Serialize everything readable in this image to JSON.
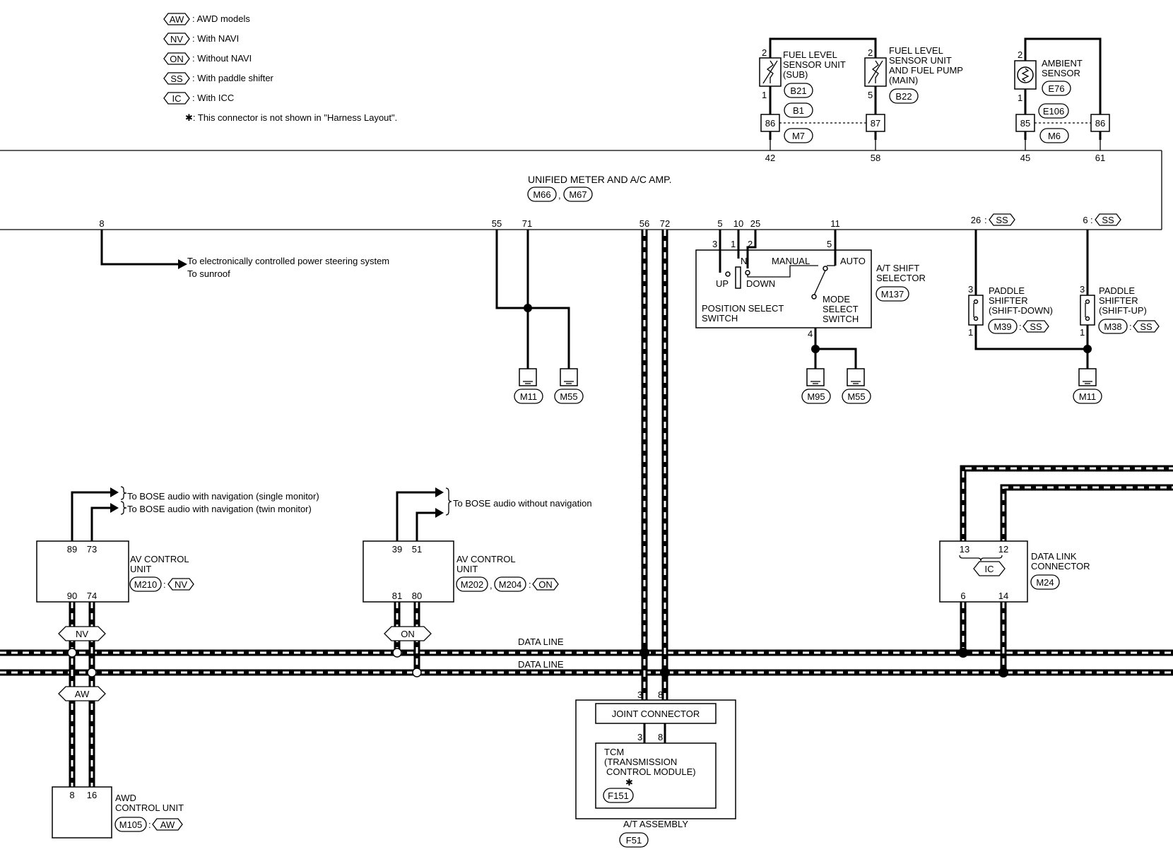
{
  "legend": [
    {
      "code": "AW",
      "text": ": AWD models"
    },
    {
      "code": "NV",
      "text": ": With NAVI"
    },
    {
      "code": "ON",
      "text": ": Without NAVI"
    },
    {
      "code": "SS",
      "text": ": With paddle shifter"
    },
    {
      "code": "IC",
      "text": ": With ICC"
    }
  ],
  "legend_note": "✱: This connector is not shown in \"Harness Layout\".",
  "meter": {
    "name": "UNIFIED METER AND A/C AMP.",
    "conn1": "M66",
    "conn2": "M67",
    "top_pins": [
      "42",
      "58",
      "45",
      "61"
    ],
    "bottom_pins": [
      "8",
      "55",
      "71",
      "56",
      "72",
      "5",
      "10",
      "25",
      "11",
      "26",
      "6"
    ],
    "ss_tag": "SS"
  },
  "fuel_sub": {
    "name1": "FUEL LEVEL",
    "name2": "SENSOR UNIT",
    "name3": "(SUB)",
    "conn": "B21",
    "pin_top": "2",
    "pin_bot": "1"
  },
  "fuel_main": {
    "name1": "FUEL LEVEL",
    "name2": "SENSOR UNIT",
    "name3": "AND FUEL PUMP",
    "name4": "(MAIN)",
    "conn": "B22",
    "pin_top": "2",
    "pin_bot": "5"
  },
  "ambient": {
    "name1": "AMBIENT",
    "name2": "SENSOR",
    "conn": "E76",
    "pin_top": "2",
    "pin_bot": "1"
  },
  "jc_b": {
    "conn1": "B1",
    "conn2": "M7",
    "pin_l": "86",
    "pin_r": "87"
  },
  "jc_e": {
    "conn1": "E106",
    "conn2": "M6",
    "pin_l": "85",
    "pin_r": "86"
  },
  "eps": {
    "line1": "To electronically controlled power steering system",
    "line2": "To sunroof"
  },
  "grounds": {
    "g1": "M11",
    "g2": "M55",
    "g3": "M95",
    "g4": "M55",
    "g5": "M11"
  },
  "shift": {
    "name1": "A/T SHIFT",
    "name2": "SELECTOR",
    "conn": "M137",
    "pins": [
      "3",
      "1",
      "2",
      "5",
      "4"
    ],
    "manual": "MANUAL",
    "auto": "AUTO",
    "n": "N",
    "up": "UP",
    "down": "DOWN",
    "pos1": "POSITION SELECT",
    "pos2": "SWITCH",
    "mode1": "MODE",
    "mode2": "SELECT",
    "mode3": "SWITCH"
  },
  "paddle_down": {
    "name1": "PADDLE",
    "name2": "SHIFTER",
    "name3": "(SHIFT-DOWN)",
    "conn": "M39",
    "tag": "SS",
    "pin_top": "3",
    "pin_bot": "1"
  },
  "paddle_up": {
    "name1": "PADDLE",
    "name2": "SHIFTER",
    "name3": "(SHIFT-UP)",
    "conn": "M38",
    "tag": "SS",
    "pin_top": "3",
    "pin_bot": "1"
  },
  "av1": {
    "name1": "AV CONTROL",
    "name2": "UNIT",
    "conn": "M210",
    "tag": "NV",
    "top_pins": [
      "89",
      "73"
    ],
    "bottom_pins": [
      "90",
      "74"
    ],
    "to1": "To BOSE audio with navigation (single monitor)",
    "to2": "To BOSE audio with navigation (twin monitor)"
  },
  "av2": {
    "name1": "AV CONTROL",
    "name2": "UNIT",
    "conn1": "M202",
    "conn2": "M204",
    "tag": "ON",
    "top_pins": [
      "39",
      "51"
    ],
    "bottom_pins": [
      "81",
      "80"
    ],
    "to1": "To BOSE audio without navigation"
  },
  "tags": {
    "nv": "NV",
    "on": "ON",
    "aw": "AW"
  },
  "data_line_1": "DATA LINE",
  "data_line_2": "DATA LINE",
  "awd": {
    "name1": "AWD",
    "name2": "CONTROL UNIT",
    "conn": "M105",
    "tag": "AW",
    "pins": [
      "8",
      "16"
    ]
  },
  "joint": {
    "name": "JOINT CONNECTOR",
    "pins": [
      "3",
      "8"
    ]
  },
  "tcm": {
    "name1": "TCM",
    "name2": "(TRANSMISSION",
    "name3": "CONTROL MODULE)",
    "conn": "F151",
    "star": "✱",
    "pins": [
      "3",
      "8"
    ]
  },
  "at": {
    "name": "A/T ASSEMBLY",
    "conn": "F51"
  },
  "dlc": {
    "name1": "DATA LINK",
    "name2": "CONNECTOR",
    "conn": "M24",
    "tag": "IC",
    "top_pins": [
      "13",
      "12"
    ],
    "bottom_pins": [
      "6",
      "14"
    ]
  }
}
